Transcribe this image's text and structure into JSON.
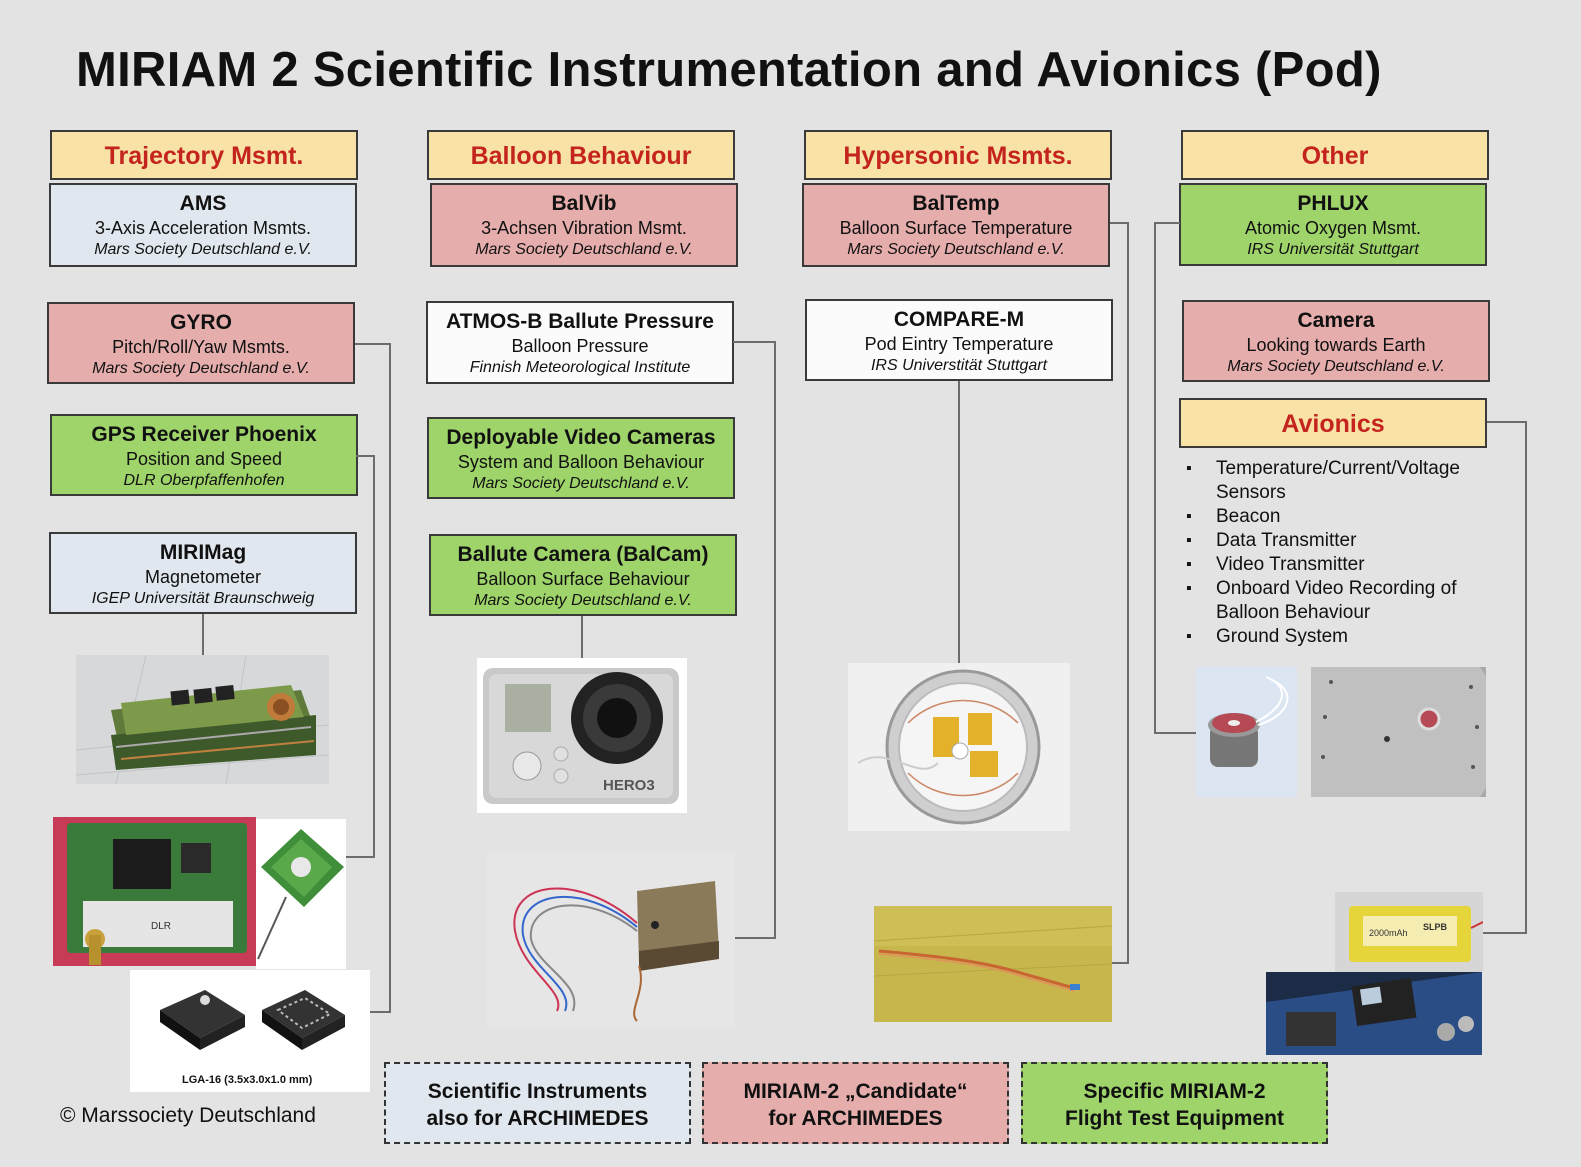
{
  "title": "MIRIAM 2 Scientific Instrumentation and Avionics (Pod)",
  "categories": {
    "trajectory": "Trajectory Msmt.",
    "balloon": "Balloon Behaviour",
    "hypersonic": "Hypersonic Msmts.",
    "other": "Other",
    "avionics": "Avionics"
  },
  "instruments": {
    "ams": {
      "name": "AMS",
      "desc": "3-Axis Acceleration Msmts.",
      "org": "Mars Society Deutschland e.V."
    },
    "gyro": {
      "name": "GYRO",
      "desc": "Pitch/Roll/Yaw Msmts.",
      "org": "Mars Society Deutschland e.V."
    },
    "gps": {
      "name": "GPS Receiver Phoenix",
      "desc": "Position and Speed",
      "org": "DLR Oberpfaffenhofen"
    },
    "mirimag": {
      "name": "MIRIMag",
      "desc": "Magnetometer",
      "org": "IGEP Universität Braunschweig"
    },
    "balvib": {
      "name": "BalVib",
      "desc": "3-Achsen Vibration Msmt.",
      "org": "Mars Society Deutschland e.V."
    },
    "atmos": {
      "name": "ATMOS-B Ballute Pressure",
      "desc": "Balloon Pressure",
      "org": "Finnish Meteorological Institute"
    },
    "video": {
      "name": "Deployable Video Cameras",
      "desc": "System and Balloon Behaviour",
      "org": "Mars Society Deutschland e.V."
    },
    "balcam": {
      "name": "Ballute Camera (BalCam)",
      "desc": "Balloon Surface Behaviour",
      "org": "Mars Society Deutschland e.V."
    },
    "baltemp": {
      "name": "BalTemp",
      "desc": "Balloon Surface Temperature",
      "org": "Mars Society Deutschland e.V."
    },
    "compare": {
      "name": "COMPARE-M",
      "desc": "Pod  Eintry Temperature",
      "org": "IRS Universtität Stuttgart"
    },
    "phlux": {
      "name": "PHLUX",
      "desc": "Atomic Oxygen Msmt.",
      "org": "IRS Universität Stuttgart"
    },
    "camera": {
      "name": "Camera",
      "desc": "Looking towards Earth",
      "org": "Mars Society Deutschland e.V."
    }
  },
  "avionics_items": [
    "Temperature/Current/Voltage Sensors",
    "Beacon",
    "Data Transmitter",
    "Video Transmitter",
    "Onboard Video Recording of Balloon Behaviour",
    "Ground System"
  ],
  "image_labels": {
    "chip": "LGA-16 (3.5x3.0x1.0 mm)",
    "hero": "HERO3",
    "battery": "2000mAh",
    "battery_brand": "SLPB",
    "dlr": "DLR"
  },
  "legend": {
    "blue": [
      "Scientific Instruments",
      "also for ARCHIMEDES"
    ],
    "pink": [
      "MIRIAM-2 „Candidate“",
      "for ARCHIMEDES"
    ],
    "green": [
      "Specific MIRIAM-2",
      "Flight Test Equipment"
    ]
  },
  "colors": {
    "header_fill": "#f8e2a6",
    "header_text": "#c4241d",
    "blue_fill": "#e1e7ee",
    "pink_fill": "#e6adad",
    "green_fill": "#9ed46a"
  },
  "copyright": "© Marssociety Deutschland"
}
